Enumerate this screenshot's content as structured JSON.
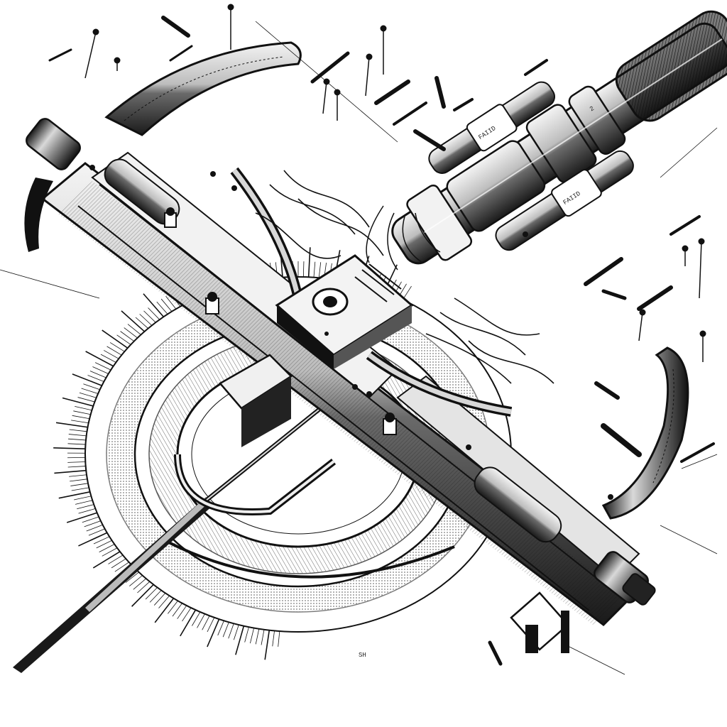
{
  "image": {
    "style": "black-and-white pen-and-ink technical illustration",
    "subject": "exploded mechanical crossbow over a circular dial / target disc",
    "background_color": "#ffffff",
    "ink_color": "#111111"
  },
  "engravings": {
    "barrel_band_1": "FAIID",
    "barrel_band_2": "FAIID",
    "barrel_marking": "2",
    "dial_marking": "SH"
  },
  "elements": [
    "radial-dial",
    "crossbow-stock",
    "crossbow-limbs",
    "telescopic-barrel",
    "trigger-housing",
    "bolt-tip",
    "floating-parts"
  ]
}
